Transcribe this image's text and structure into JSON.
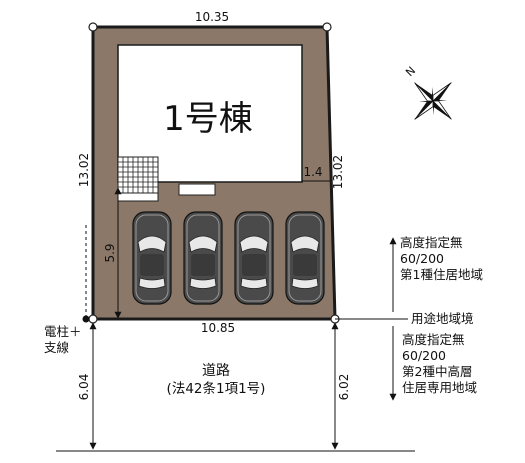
{
  "plot": {
    "building_label": "1号棟",
    "dims": {
      "top": "10.35",
      "left": "13.02",
      "right": "13.02",
      "bottom": "10.85",
      "setback": "1.4",
      "parking_depth": "5.9",
      "road_left": "6.04",
      "road_right": "6.02"
    },
    "road": {
      "label": "道路",
      "sub": "(法42条1項1号)"
    },
    "pole_label": [
      "電柱＋",
      "支線"
    ],
    "zones": {
      "upper": [
        "高度指定無",
        "60/200",
        "第1種住居地域"
      ],
      "boundary": "用途地域境",
      "lower": [
        "高度指定無",
        "60/200",
        "第2種中高層",
        "住居専用地域"
      ]
    },
    "compass": {
      "north": "N"
    },
    "colors": {
      "site": "#8b7868",
      "building": "#ffffff",
      "car": "#4a4a4a",
      "outline": "#1a1a1a"
    },
    "parking_spaces": 4
  }
}
